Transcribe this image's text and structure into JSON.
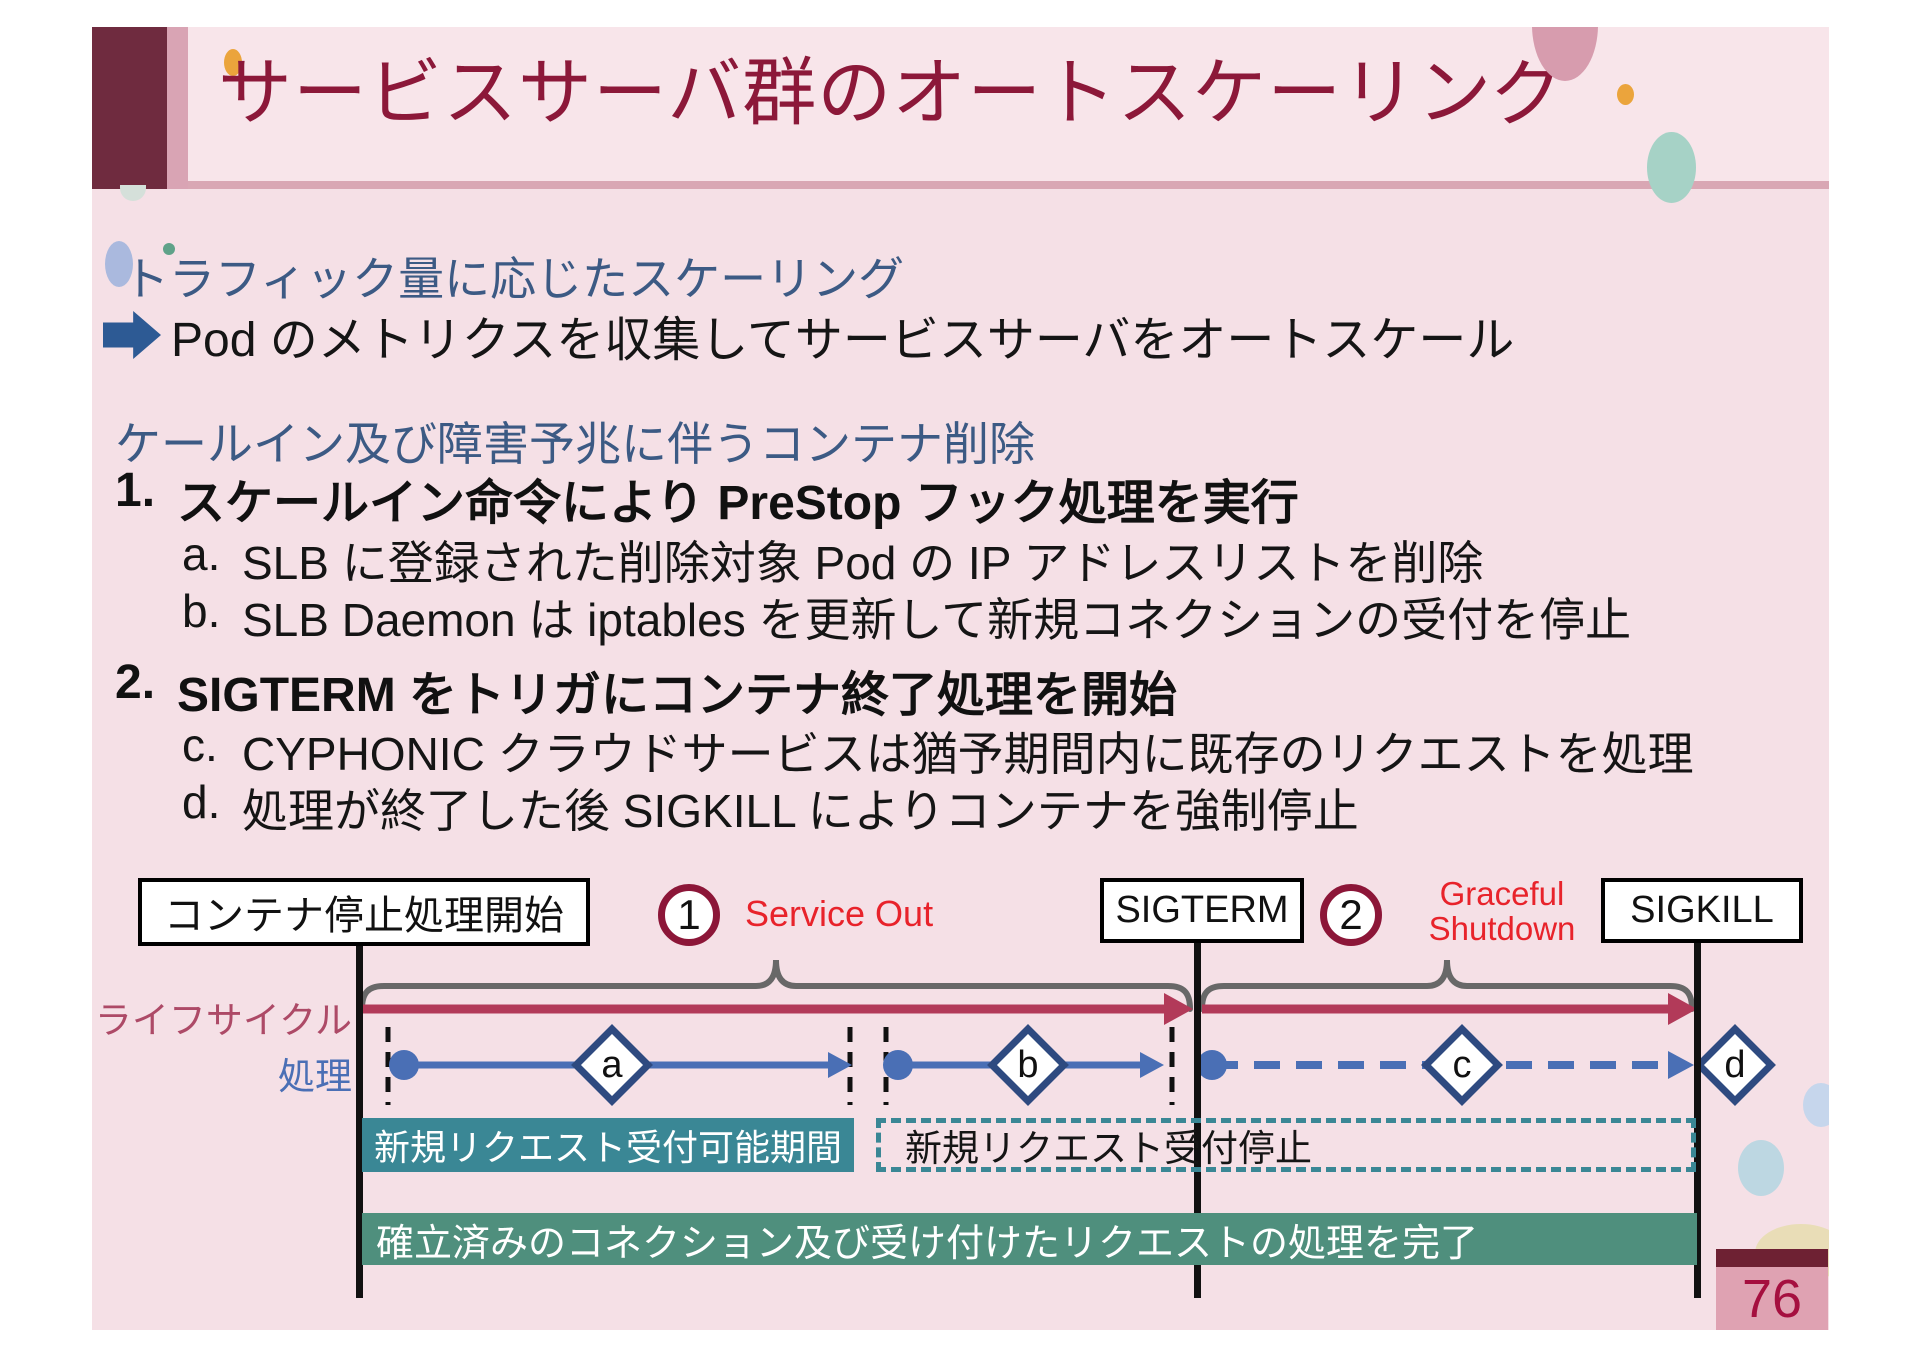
{
  "slide": {
    "title": "サービスサーバ群のオートスケーリング",
    "page_number": "76"
  },
  "body": {
    "heading1": "トラフィック量に応じたスケーリング",
    "arrow_line": "Pod のメトリクスを収集してサービスサーバをオートスケール",
    "heading2": "ケールイン及び障害予兆に伴うコンテナ削除",
    "items": [
      {
        "num": "1.",
        "text": "スケールイン命令により PreStop フック処理を実行"
      },
      {
        "num": "2.",
        "text": "SIGTERM をトリガにコンテナ終了処理を開始"
      }
    ],
    "sub_items": [
      {
        "num": "a.",
        "text": "SLB に登録された削除対象 Pod の IP アドレスリストを削除"
      },
      {
        "num": "b.",
        "text": "SLB Daemon は iptables を更新して新規コネクションの受付を停止"
      },
      {
        "num": "c.",
        "text": "CYPHONIC クラウドサービスは猶予期間内に既存のリクエストを処理"
      },
      {
        "num": "d.",
        "text": "処理が終了した後 SIGKILL によりコンテナを強制停止"
      }
    ]
  },
  "diagram": {
    "box_start": "コンテナ停止処理開始",
    "box_sigterm": "SIGTERM",
    "box_sigkill": "SIGKILL",
    "step1_num": "1",
    "step1_label": "Service Out",
    "step2_num": "2",
    "step2_label_line1": "Graceful",
    "step2_label_line2": "Shutdown",
    "row_label_lifecycle": "ライフサイクル",
    "row_label_process": "処理",
    "diamonds": [
      "a",
      "b",
      "c",
      "d"
    ],
    "band_accepting": "新規リクエスト受付可能期間",
    "band_stopped": "新規リクエスト受付停止",
    "band_complete": "確立済みのコネクション及び受け付けたリクエストの処理を完了"
  },
  "colors": {
    "slide_background": "#f5e0e6",
    "title_text": "#8c1839",
    "title_block_maroon": "#6f2b3f",
    "heading_blue": "#3c5a84",
    "process_blue": "#4a6fb5",
    "lifecycle_maroon": "#b23a59",
    "brace_gray": "#686868",
    "diamond_border": "#2e4a80",
    "red_label": "#e8232b",
    "teal_band": "#3a8795",
    "green_band": "#4f8f7d",
    "page_number_text": "#a50f3f"
  }
}
